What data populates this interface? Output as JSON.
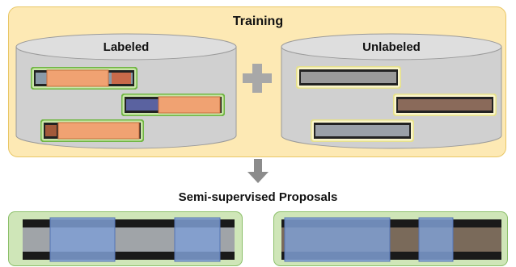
{
  "training": {
    "title": "Training",
    "colors": {
      "panel": "#fde9b4",
      "panel_border": "#e9c766"
    },
    "labeled": {
      "label": "Labeled",
      "strip_count": 3,
      "strip_border": "#6fb542",
      "highlight": "#f0a272"
    },
    "plus": {
      "icon": "plus-icon",
      "color": "#a8a8a8"
    },
    "unlabeled": {
      "label": "Unlabeled",
      "strip_count": 3,
      "strip_border": "#e5e08c"
    }
  },
  "arrow": {
    "icon": "arrow-down-icon",
    "color": "#8c8c8c"
  },
  "proposals": {
    "title": "Semi-supervised Proposals",
    "panel_color": "#cfe6b8",
    "panel_border": "#8cc06a",
    "proposal_color": "#7f9fd4",
    "left_proposal_count": 2,
    "right_proposal_count": 2
  }
}
